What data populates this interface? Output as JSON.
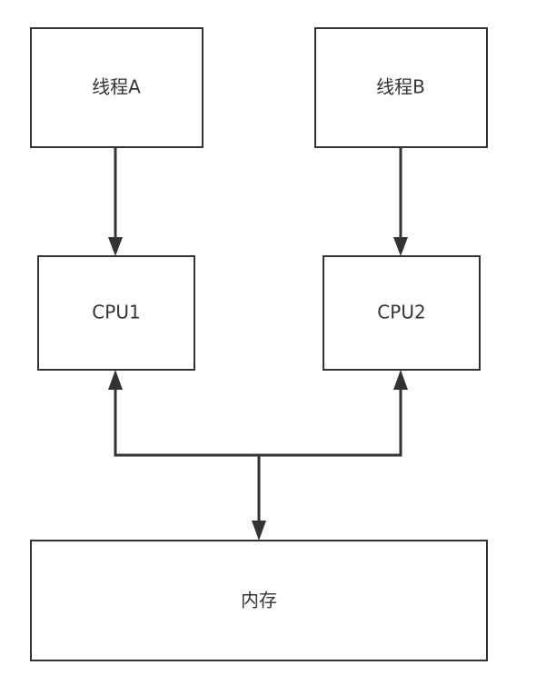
{
  "diagram": {
    "nodes": [
      {
        "id": "thread_a",
        "label": "线程A"
      },
      {
        "id": "thread_b",
        "label": "线程B"
      },
      {
        "id": "cpu1",
        "label": "CPU1"
      },
      {
        "id": "cpu2",
        "label": "CPU2"
      },
      {
        "id": "memory",
        "label": "内存"
      }
    ],
    "edges": [
      {
        "from": "thread_a",
        "to": "cpu1",
        "direction": "forward"
      },
      {
        "from": "thread_b",
        "to": "cpu2",
        "direction": "forward"
      },
      {
        "from": "memory",
        "to": "cpu1",
        "direction": "forward"
      },
      {
        "from": "memory",
        "to": "cpu2",
        "direction": "forward"
      },
      {
        "from": "cpu1",
        "to": "memory",
        "direction": "forward"
      },
      {
        "from": "cpu2",
        "to": "memory",
        "direction": "forward"
      }
    ],
    "colors": {
      "stroke": "#333333",
      "fill": "#ffffff",
      "text": "#333333"
    }
  }
}
